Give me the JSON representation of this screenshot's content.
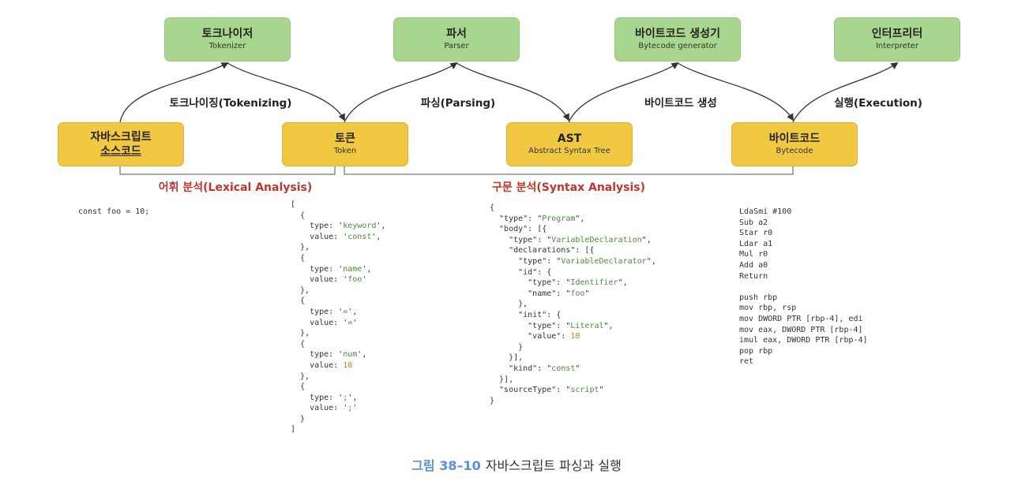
{
  "tools": [
    {
      "ko": "토크나이저",
      "en": "Tokenizer"
    },
    {
      "ko": "파서",
      "en": "Parser"
    },
    {
      "ko": "바이트코드 생성기",
      "en": "Bytecode generator"
    },
    {
      "ko": "인터프리터",
      "en": "Interpreter"
    }
  ],
  "stages": [
    {
      "ko1": "자바스크립트",
      "ko2": "소스코드"
    },
    {
      "ko": "토큰",
      "en": "Token"
    },
    {
      "ko": "AST",
      "en": "Abstract Syntax Tree"
    },
    {
      "ko": "바이트코드",
      "en": "Bytecode"
    }
  ],
  "edges": [
    "토크나이징(Tokenizing)",
    "파싱(Parsing)",
    "바이트코드 생성",
    "실행(Execution)"
  ],
  "phases": [
    "어휘 분석(Lexical Analysis)",
    "구문 분석(Syntax Analysis)"
  ],
  "code": {
    "source": "const foo = 10;",
    "tokens": [
      {
        "type": "keyword",
        "value": "const"
      },
      {
        "type": "name",
        "value": "foo"
      },
      {
        "type": "=",
        "value": "="
      },
      {
        "type": "num",
        "value": "10"
      },
      {
        "type": ";",
        "value": ";"
      }
    ],
    "ast": {
      "program_type": "Program",
      "declaration_type": "VariableDeclaration",
      "declarator_type": "VariableDeclarator",
      "id_type": "Identifier",
      "id_name": "foo",
      "init_type": "Literal",
      "init_value": "10",
      "kind": "const",
      "source_type": "script"
    },
    "bytecode": [
      "LdaSmi #100",
      "Sub a2",
      "Star r0",
      "Ldar a1",
      "Mul r0",
      "Add a0",
      "Return"
    ],
    "assembly": [
      "push rbp",
      "mov rbp, rsp",
      "mov DWORD PTR [rbp-4], edi",
      "mov eax, DWORD PTR [rbp-4]",
      "imul eax, DWORD PTR [rbp-4]",
      "pop rbp",
      "ret"
    ]
  },
  "caption": {
    "number": "그림 38–10",
    "text": "자바스크립트 파싱과 실행"
  }
}
